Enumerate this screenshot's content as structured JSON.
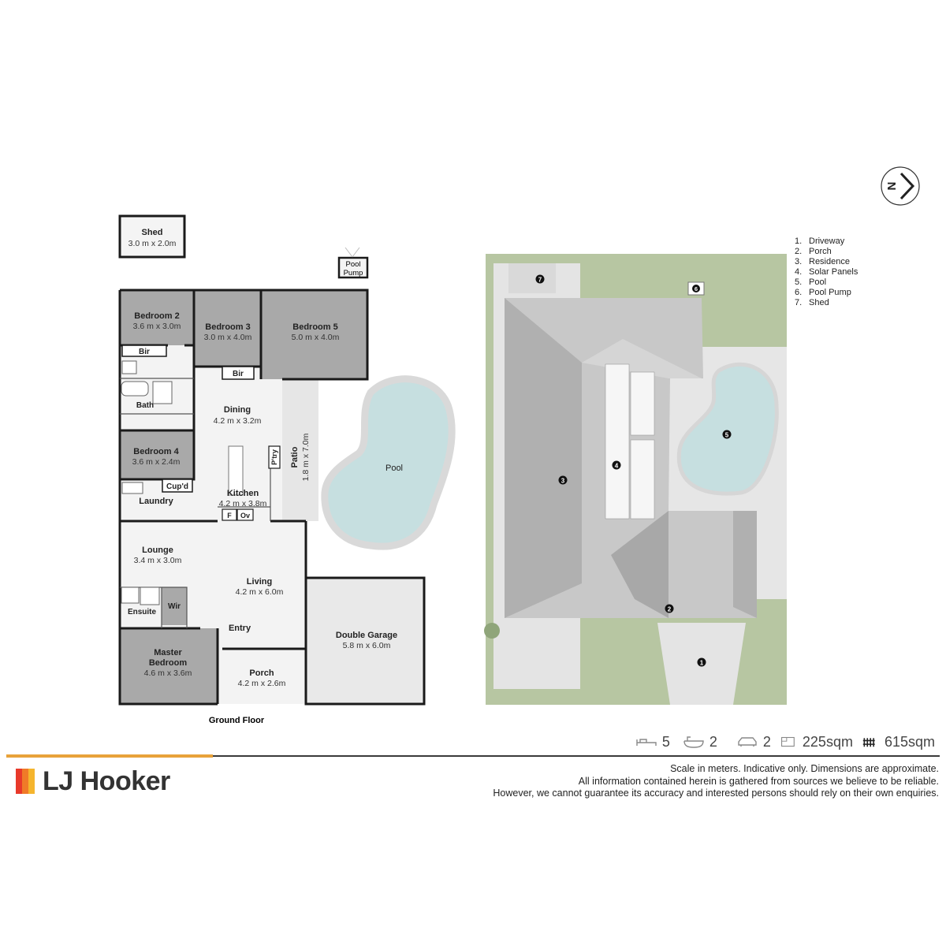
{
  "floor_plan": {
    "title": "Ground Floor",
    "rooms": [
      {
        "name": "Shed",
        "dims": "3.0 m x 2.0m"
      },
      {
        "name": "Bedroom 2",
        "dims": "3.6 m x 3.0m"
      },
      {
        "name": "Bedroom 3",
        "dims": "3.0 m x 4.0m"
      },
      {
        "name": "Bedroom 5",
        "dims": "5.0 m x 4.0m"
      },
      {
        "name": "Dining",
        "dims": "4.2 m x 3.2m"
      },
      {
        "name": "Bedroom 4",
        "dims": "3.6 m x 2.4m"
      },
      {
        "name": "Kitchen",
        "dims": "4.2 m x 3.8m"
      },
      {
        "name": "Patio",
        "dims": "1.8 m x 7.0m"
      },
      {
        "name": "Lounge",
        "dims": "3.4 m x 3.0m"
      },
      {
        "name": "Living",
        "dims": "4.2 m x 6.0m"
      },
      {
        "name": "Master Bedroom",
        "name_line1": "Master",
        "name_line2": "Bedroom",
        "dims": "4.6 m x 3.6m"
      },
      {
        "name": "Porch",
        "dims": "4.2 m x 2.6m"
      },
      {
        "name": "Double Garage",
        "dims": "5.8 m x 6.0m"
      }
    ],
    "labels": {
      "pool_pump_1": "Pool",
      "pool_pump_2": "Pump",
      "pool": "Pool",
      "bir": "Bir",
      "bath": "Bath",
      "cupd": "Cup'd",
      "laundry": "Laundry",
      "pantry": "P'try",
      "fridge": "F",
      "oven": "Ov",
      "ensuite": "Ensuite",
      "wir": "Wir",
      "entry": "Entry"
    }
  },
  "site_plan": {
    "markers": [
      "1",
      "2",
      "3",
      "4",
      "5",
      "6",
      "7"
    ],
    "legend": [
      {
        "num": "1.",
        "label": "Driveway"
      },
      {
        "num": "2.",
        "label": "Porch"
      },
      {
        "num": "3.",
        "label": "Residence"
      },
      {
        "num": "4.",
        "label": "Solar Panels"
      },
      {
        "num": "5.",
        "label": "Pool"
      },
      {
        "num": "6.",
        "label": "Pool Pump"
      },
      {
        "num": "7.",
        "label": "Shed"
      }
    ]
  },
  "compass_label": "N",
  "stats": {
    "bedrooms": "5",
    "bathrooms": "2",
    "car_spaces": "2",
    "floor_area": "225sqm",
    "land_area": "615sqm"
  },
  "disclaimer": {
    "line1": "Scale in meters. Indicative only. Dimensions are approximate.",
    "line2": "All information contained herein is gathered from sources we believe to be reliable.",
    "line3": "However, we cannot guarantee its accuracy and interested persons should rely on their own enquiries."
  },
  "brand": {
    "name": "LJ Hooker",
    "colors": [
      "#e8392a",
      "#f07a28",
      "#f5b52e"
    ],
    "accent": "#e8a23a"
  },
  "colors": {
    "wall": "#1a1a1a",
    "grey_room": "#a9a9a9",
    "light_room": "#f2f2f2",
    "grass": "#b7c6a2",
    "water": "#c6dfe0",
    "roof": "#bfbfbf"
  }
}
